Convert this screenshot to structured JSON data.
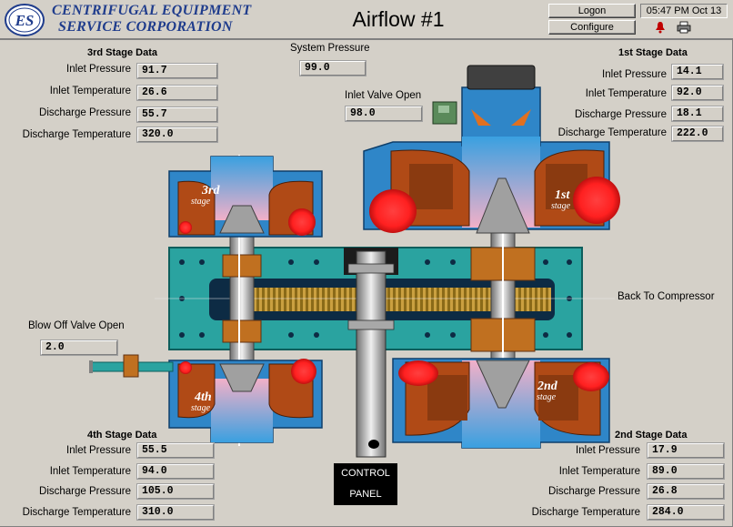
{
  "header": {
    "company_line1": "CENTRIFUGAL EQUIPMENT",
    "company_line2": "SERVICE CORPORATION",
    "logo_text": "ES",
    "title": "Airflow #1",
    "logon_label": "Logon",
    "configure_label": "Configure",
    "clock": "05:47 PM Oct 13",
    "alarm_icon": "bell-icon",
    "print_icon": "printer-icon"
  },
  "labels": {
    "inlet_pressure": "Inlet Pressure",
    "inlet_temperature": "Inlet Temperature",
    "discharge_pressure": "Discharge Pressure",
    "discharge_temperature": "Discharge Temperature"
  },
  "stage3": {
    "title": "3rd Stage Data",
    "inlet_pressure": "91.7",
    "inlet_temperature": "26.6",
    "discharge_pressure": "55.7",
    "discharge_temperature": "320.0"
  },
  "stage1": {
    "title": "1st Stage Data",
    "inlet_pressure": "14.1",
    "inlet_temperature": "92.0",
    "discharge_pressure": "18.1",
    "discharge_temperature": "222.0"
  },
  "stage4": {
    "title": "4th Stage Data",
    "inlet_pressure": "55.5",
    "inlet_temperature": "94.0",
    "discharge_pressure": "105.0",
    "discharge_temperature": "310.0"
  },
  "stage2": {
    "title": "2nd Stage Data",
    "inlet_pressure": "17.9",
    "inlet_temperature": "89.0",
    "discharge_pressure": "26.8",
    "discharge_temperature": "284.0"
  },
  "system_pressure": {
    "label": "System Pressure",
    "value": "99.0"
  },
  "inlet_valve": {
    "label": "Inlet Valve Open",
    "value": "98.0"
  },
  "blow_off_valve": {
    "label": "Blow Off Valve Open",
    "value": "2.0"
  },
  "machine": {
    "stage_word": "stage",
    "stage1_label": "1st",
    "stage2_label": "2nd",
    "stage3_label": "3rd",
    "stage4_label": "4th"
  },
  "control_panel": {
    "line1": "CONTROL",
    "line2": "PANEL"
  },
  "back_to_compressor": "Back To Compressor",
  "colors": {
    "company": "#1f3c8c",
    "casing_blue": "#2f86c8",
    "impeller_rust": "#b04a16",
    "gearbox_teal": "#2aa3a0",
    "hot_red": "#ff2020",
    "background": "#d4d0c8"
  }
}
